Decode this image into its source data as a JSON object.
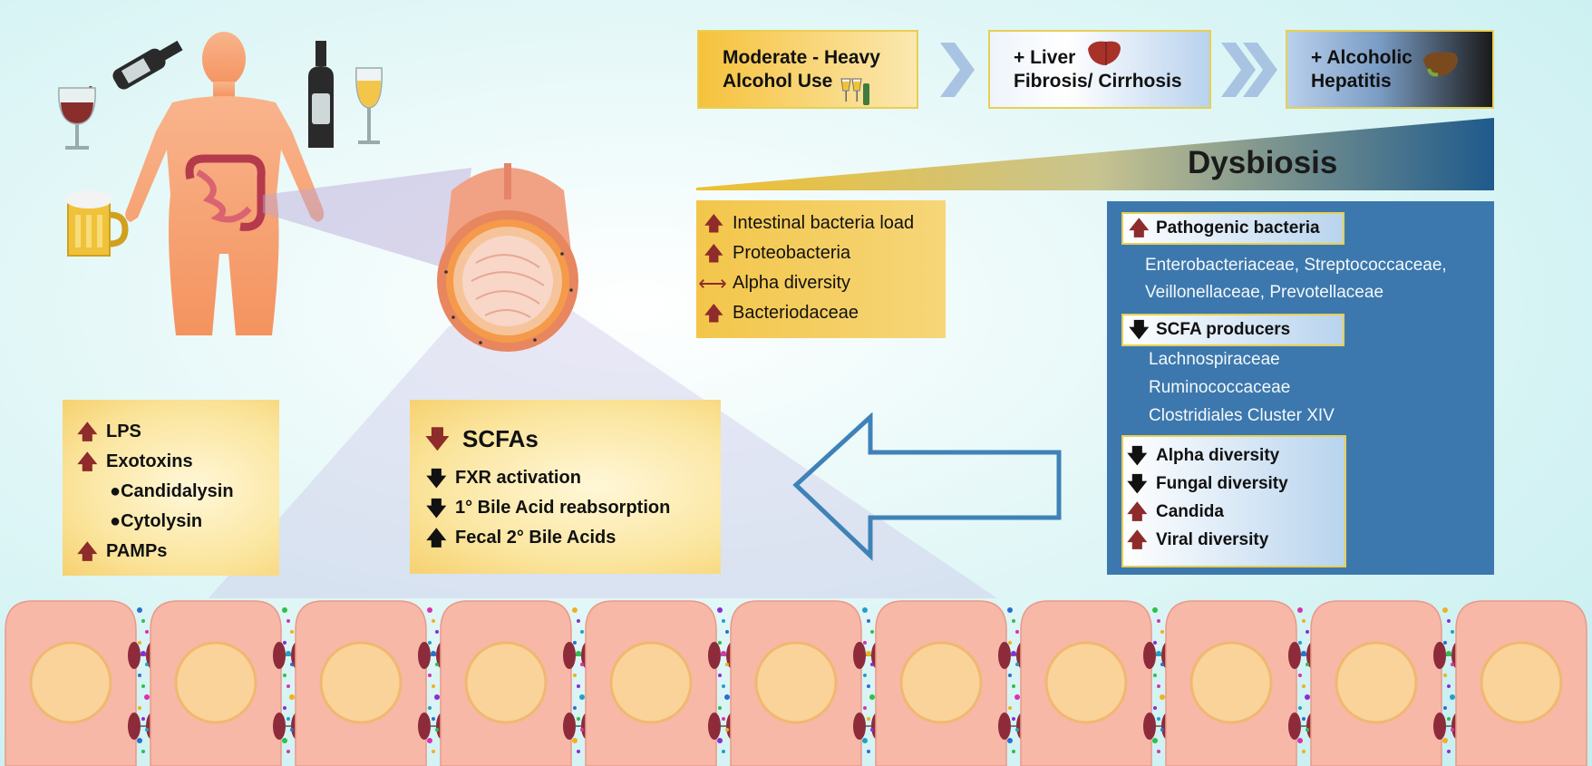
{
  "stages": [
    {
      "text": "Moderate - Heavy\nAlcohol Use"
    },
    {
      "text": "+ Liver\nFibrosis/ Cirrhosis"
    },
    {
      "text": "+ Alcoholic\nHepatitis"
    }
  ],
  "dysbiosis_label": "Dysbiosis",
  "bacteria_panel": [
    {
      "arrow": "up",
      "text": "Intestinal bacteria load"
    },
    {
      "arrow": "up",
      "text": "Proteobacteria"
    },
    {
      "arrow": "both",
      "text": "Alpha diversity"
    },
    {
      "arrow": "up",
      "text": "Bacteriodaceae"
    }
  ],
  "blue_panel": {
    "pathogenic_header": "Pathogenic bacteria",
    "pathogenic_list": [
      "Enterobacteriaceae, Streptococcaceae,",
      "Veillonellaceae, Prevotellaceae"
    ],
    "scfa_header": "SCFA producers",
    "scfa_list": [
      "Lachnospiraceae",
      "Ruminococcaceae",
      "Clostridiales Cluster XIV"
    ],
    "diversity_items": [
      {
        "arrow": "down",
        "text": "Alpha diversity"
      },
      {
        "arrow": "down",
        "text": "Fungal diversity"
      },
      {
        "arrow": "up",
        "text": "Candida"
      },
      {
        "arrow": "up",
        "text": "Viral diversity"
      }
    ]
  },
  "scfa_panel": {
    "title": "SCFAs",
    "items": [
      {
        "arrow": "down",
        "text": "FXR activation"
      },
      {
        "arrow": "down",
        "text": "1° Bile Acid reabsorption"
      },
      {
        "arrow": "up",
        "text": "Fecal 2° Bile Acids"
      }
    ]
  },
  "lps_panel": [
    {
      "arrow": "up",
      "text": "LPS"
    },
    {
      "arrow": "up",
      "text": "Exotoxins"
    },
    {
      "arrow": "bullet",
      "text": "Candidalysin"
    },
    {
      "arrow": "bullet",
      "text": "Cytolysin"
    },
    {
      "arrow": "up",
      "text": "PAMPs"
    }
  ],
  "colors": {
    "arrow_red": "#8e2b2b",
    "panel_blue": "#3c78ad",
    "panel_yellow": "#f3c64a",
    "cell_pink": "#f7b8a8"
  }
}
